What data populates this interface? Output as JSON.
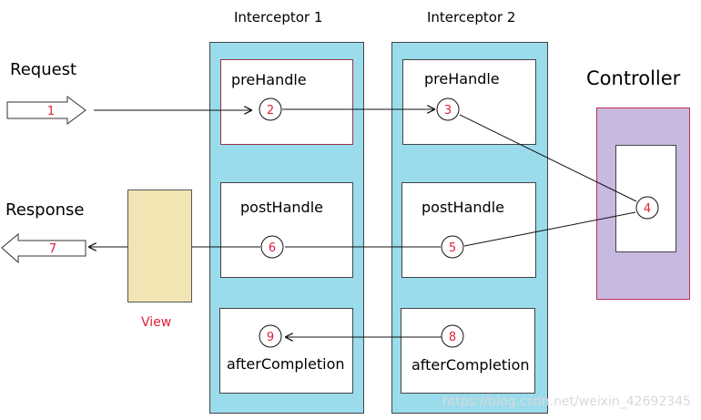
{
  "header": {
    "interceptor1": "Interceptor 1",
    "interceptor2": "Interceptor 2",
    "controller": "Controller"
  },
  "labels": {
    "request": "Request",
    "response": "Response",
    "view": "View",
    "prehandle1": "preHandle",
    "prehandle2": "preHandle",
    "posthandle1": "postHandle",
    "posthandle2": "postHandle",
    "aftercompletion1": "afterCompletion",
    "aftercompletion2": "afterCompletion"
  },
  "steps": {
    "s1": "1",
    "s2": "2",
    "s3": "3",
    "s4": "4",
    "s5": "5",
    "s6": "6",
    "s7": "7",
    "s8": "8",
    "s9": "9"
  },
  "watermark": "https://blog.csdn.net/weixin_42692345",
  "colors": {
    "interceptor_fill": "#9adcec",
    "controller_fill": "#c8b9e0",
    "controller_border": "#c0305a",
    "view_fill": "#f1e5b3",
    "step_text": "#e0203a",
    "view_label": "#e0203a"
  }
}
